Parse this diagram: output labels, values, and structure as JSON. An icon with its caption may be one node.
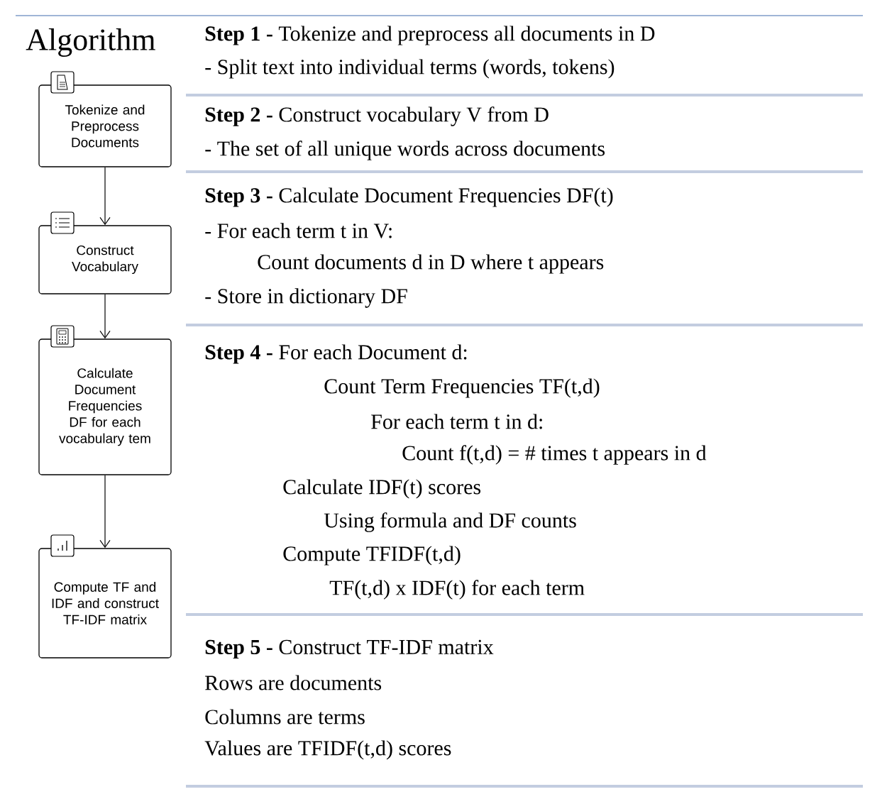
{
  "diagram": {
    "title": "Algorithm",
    "nodes": [
      {
        "text": [
          "Tokenize and Preprocess Documents"
        ]
      },
      {
        "text": [
          "Construct Vocabulary"
        ]
      },
      {
        "text": [
          "Calculate Document Frequencies DF for each vocabulary tem"
        ]
      },
      {
        "text": [
          "Compute TF and IDF and construct TF-IDF matrix"
        ]
      }
    ],
    "edges": [
      {
        "from": 0,
        "to": 1,
        "arrow": "to"
      },
      {
        "from": 1,
        "to": 2,
        "arrow": "to"
      },
      {
        "from": 2,
        "to": 3,
        "arrow": "to"
      }
    ],
    "labels": [
      "**Step 1 -** Tokenize and preprocess all documents in D",
      "- Split text into individual terms (words, tokens)",
      "**Step 2 -** Construct vocabulary V from D",
      "- The set of all unique words across documents",
      "**Step 3 -** Calculate Document Frequencies DF(t)",
      "- For each term t in V:",
      "Count documents d in D where t appears",
      "- Store in dictionary DF",
      "**Step 4 -** For each Document d:",
      "Count Term Frequencies TF(t,d)",
      "For each term t in d:",
      "Count f(t,d) = # times t appears in d",
      "Calculate IDF(t) scores",
      "Using formula and DF counts",
      "Compute TFIDF(t,d)",
      "TF(t,d) x IDF(t) for each term",
      "**Step 5 -** Construct TF-IDF matrix",
      "Rows are documents",
      "Columns are terms",
      "Values are TFIDF(t,d) scores"
    ]
  }
}
